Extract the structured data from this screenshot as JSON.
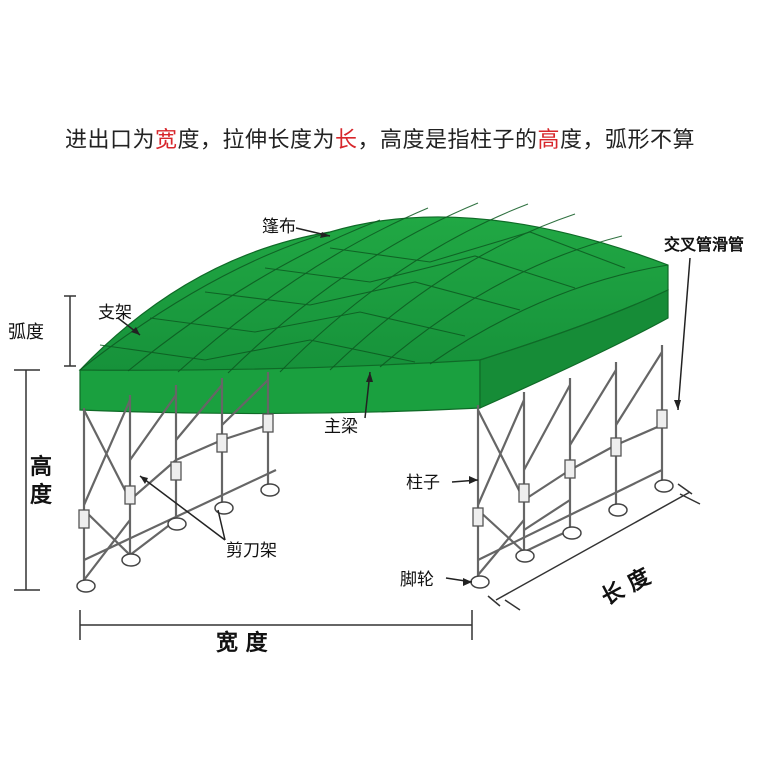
{
  "caption": {
    "parts": [
      {
        "text": "进出口为",
        "highlight": false
      },
      {
        "text": "宽",
        "highlight": true
      },
      {
        "text": "度，拉伸长度为",
        "highlight": false
      },
      {
        "text": "长",
        "highlight": true
      },
      {
        "text": "，高度是指柱子的",
        "highlight": false
      },
      {
        "text": "高",
        "highlight": true
      },
      {
        "text": "度，弧形不算",
        "highlight": false
      }
    ]
  },
  "labels": {
    "canvas": "篷布",
    "bracket": "支架",
    "arc_height": "弧度",
    "height": "高度",
    "main_beam": "主梁",
    "cross_pipe": "交叉管滑管",
    "column": "柱子",
    "scissor_frame": "剪刀架",
    "caster": "脚轮",
    "width": "宽    度",
    "length": "长   度"
  },
  "colors": {
    "canvas_green": "#1a9a3c",
    "canvas_dark": "#137a2e",
    "frame_gray": "#555555",
    "highlight_red": "#d7262b"
  }
}
